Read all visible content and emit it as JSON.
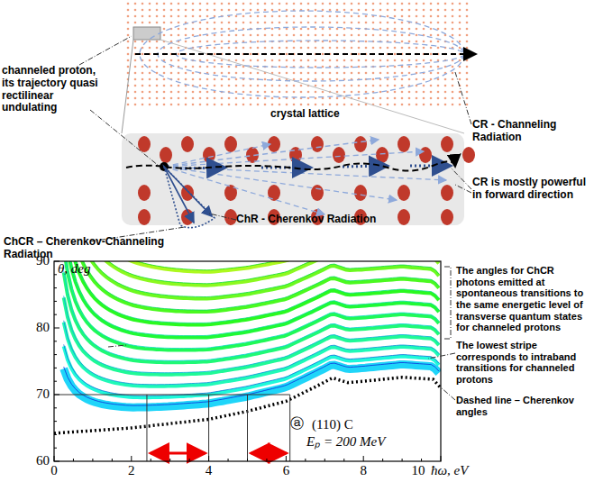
{
  "diagram": {
    "labels": [
      "channeled proton, its trajectory quasi rectilinear undulating",
      "crystal lattice",
      "CR - Channeling Radiation",
      "CR is mostly powerful in forward direction",
      "ChR - Cherenkov Radiation",
      "ChCR – Cherenkov-Channeling Radiation",
      "θ, deg",
      "90",
      "80",
      "70",
      "60",
      "0",
      "2",
      "4",
      "6",
      "8",
      "10",
      "ħω, eV",
      "ⓐ",
      "(110) C",
      "Eₚ = 200 MeV",
      "The angles for ChCR photons emitted at spontaneous transitions to the same energetic level of transverse quantum states for channeled protons",
      "The lowest stripe corresponds to intraband transitions for channeled protons",
      "Dashed line – Cherenkov angles"
    ]
  }
}
